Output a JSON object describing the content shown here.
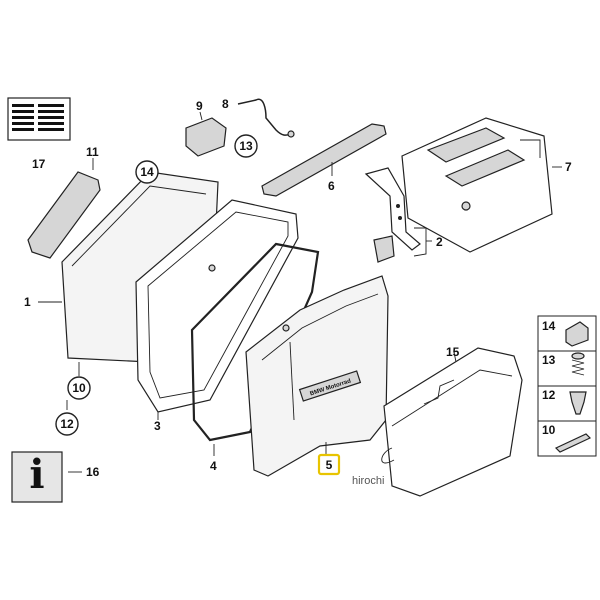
{
  "labels": {
    "l1": "1",
    "l2": "2",
    "l3": "3",
    "l4": "4",
    "l5": "5",
    "l6": "6",
    "l7": "7",
    "l8": "8",
    "l9": "9",
    "l10": "10",
    "l11": "11",
    "l12": "12",
    "l13": "13",
    "l14": "14",
    "l15": "15",
    "l16": "16",
    "l17": "17",
    "c10": "10",
    "c12": "12",
    "c13": "13",
    "c14": "14"
  },
  "legend": {
    "l14": "14",
    "l13": "13",
    "l12": "12",
    "l10": "10"
  },
  "info_icon": {
    "glyph": "i"
  },
  "watermark": "hirochi",
  "case_badge": "BMW Motorrad",
  "colors": {
    "highlight": "#e8c400"
  }
}
